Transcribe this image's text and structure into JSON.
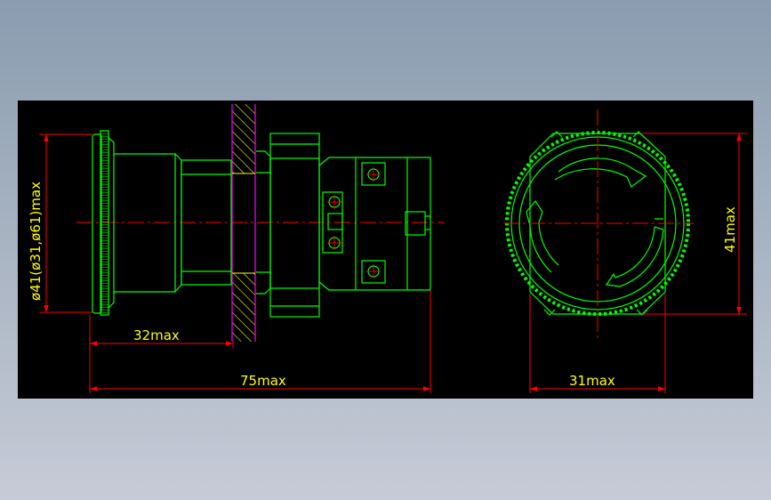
{
  "drawing": {
    "dimensions": {
      "diameter_label": "ø41(ø31,ø61)max",
      "button_depth_label": "32max",
      "overall_length_label": "75max",
      "front_width_label": "31max",
      "front_height_label": "41max"
    },
    "colors": {
      "background": "#000000",
      "outline": "#00ff00",
      "dimension": "#ff0000",
      "centerline": "#ff0000",
      "text": "#ffff00",
      "panel_hatch": "#ffff00",
      "panel_edge": "#ff00ff",
      "arrow": "#00ff00"
    }
  }
}
